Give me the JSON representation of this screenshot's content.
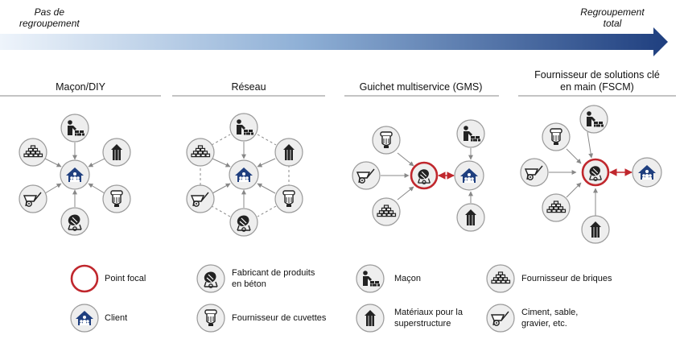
{
  "arrow": {
    "left_label_1": "Pas de",
    "left_label_2": "regroupement",
    "right_label_1": "Regroupement",
    "right_label_2": "total",
    "gradient_start": "#eef4fb",
    "gradient_end": "#1f3f7f"
  },
  "columns": [
    {
      "title_line1": "Maçon/DIY",
      "title_line2": ""
    },
    {
      "title_line1": "Réseau",
      "title_line2": ""
    },
    {
      "title_line1": "Guichet multiservice (GMS)",
      "title_line2": ""
    },
    {
      "title_line1": "Fournisseur de solutions clé",
      "title_line2": "en main (FSCM)"
    }
  ],
  "legend": [
    {
      "icon": "focal-point-icon",
      "line1": "Point focal",
      "line2": ""
    },
    {
      "icon": "concrete-mixer-icon",
      "line1": "Fabricant de produits",
      "line2": "en béton"
    },
    {
      "icon": "mason-icon",
      "line1": "Maçon",
      "line2": ""
    },
    {
      "icon": "bricks-icon",
      "line1": "Fournisseur de briques",
      "line2": ""
    },
    {
      "icon": "client-house-icon",
      "line1": "Client",
      "line2": ""
    },
    {
      "icon": "toilet-bowl-icon",
      "line1": "Fournisseur de cuvettes",
      "line2": ""
    },
    {
      "icon": "superstructure-hut-icon",
      "line1": "Matériaux pour la",
      "line2": "superstructure"
    },
    {
      "icon": "wheelbarrow-icon",
      "line1": "Ciment, sable,",
      "line2": "gravier, etc."
    }
  ],
  "colors": {
    "client_blue": "#1f3f7f",
    "focal_red": "#c0272d",
    "node_fill": "#eeeeee",
    "node_stroke": "#9a9a9a",
    "icon_dark": "#222222"
  }
}
